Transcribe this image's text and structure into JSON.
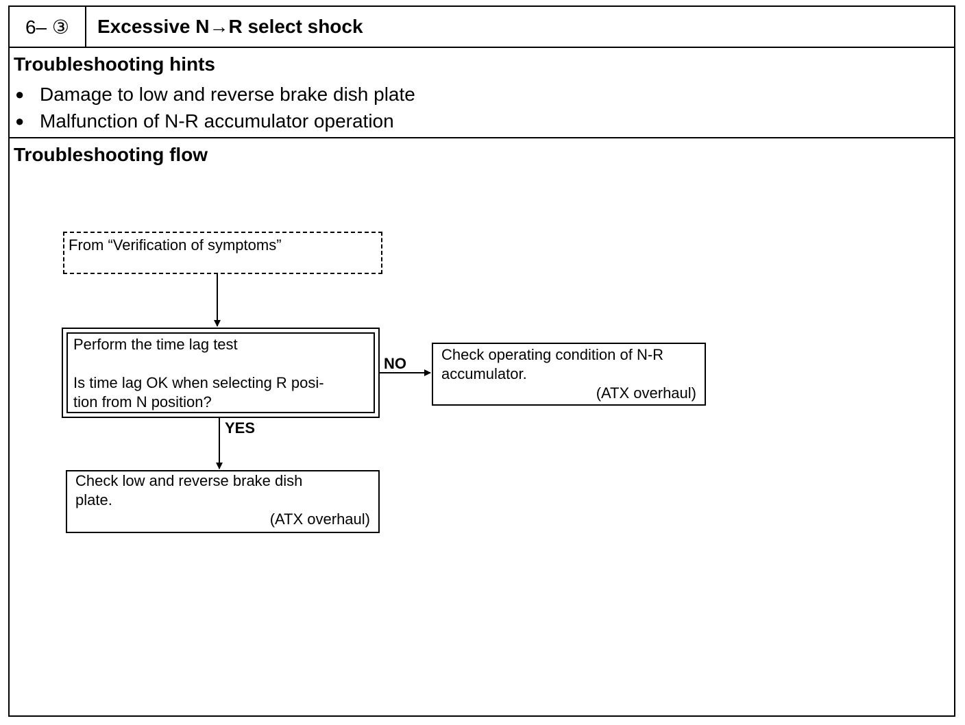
{
  "header": {
    "section_number": "6– ③",
    "title": "Excessive N→R select shock"
  },
  "hints": {
    "heading": "Troubleshooting hints",
    "items": [
      "Damage to low and reverse brake dish plate",
      "Malfunction of N-R accumulator operation"
    ]
  },
  "flow": {
    "heading": "Troubleshooting flow",
    "start_box": "From “Verification of symptoms”",
    "decision_box": {
      "line1": "Perform the time lag test",
      "line2": "Is time lag OK when selecting R posi-",
      "line3": "tion from N position?"
    },
    "no_label": "NO",
    "yes_label": "YES",
    "no_box": {
      "line1": "Check operating condition of N-R",
      "line2": "accumulator.",
      "ref": "(ATX overhaul)"
    },
    "yes_box": {
      "line1": "Check low and reverse brake dish",
      "line2": "plate.",
      "ref": "(ATX overhaul)"
    }
  }
}
